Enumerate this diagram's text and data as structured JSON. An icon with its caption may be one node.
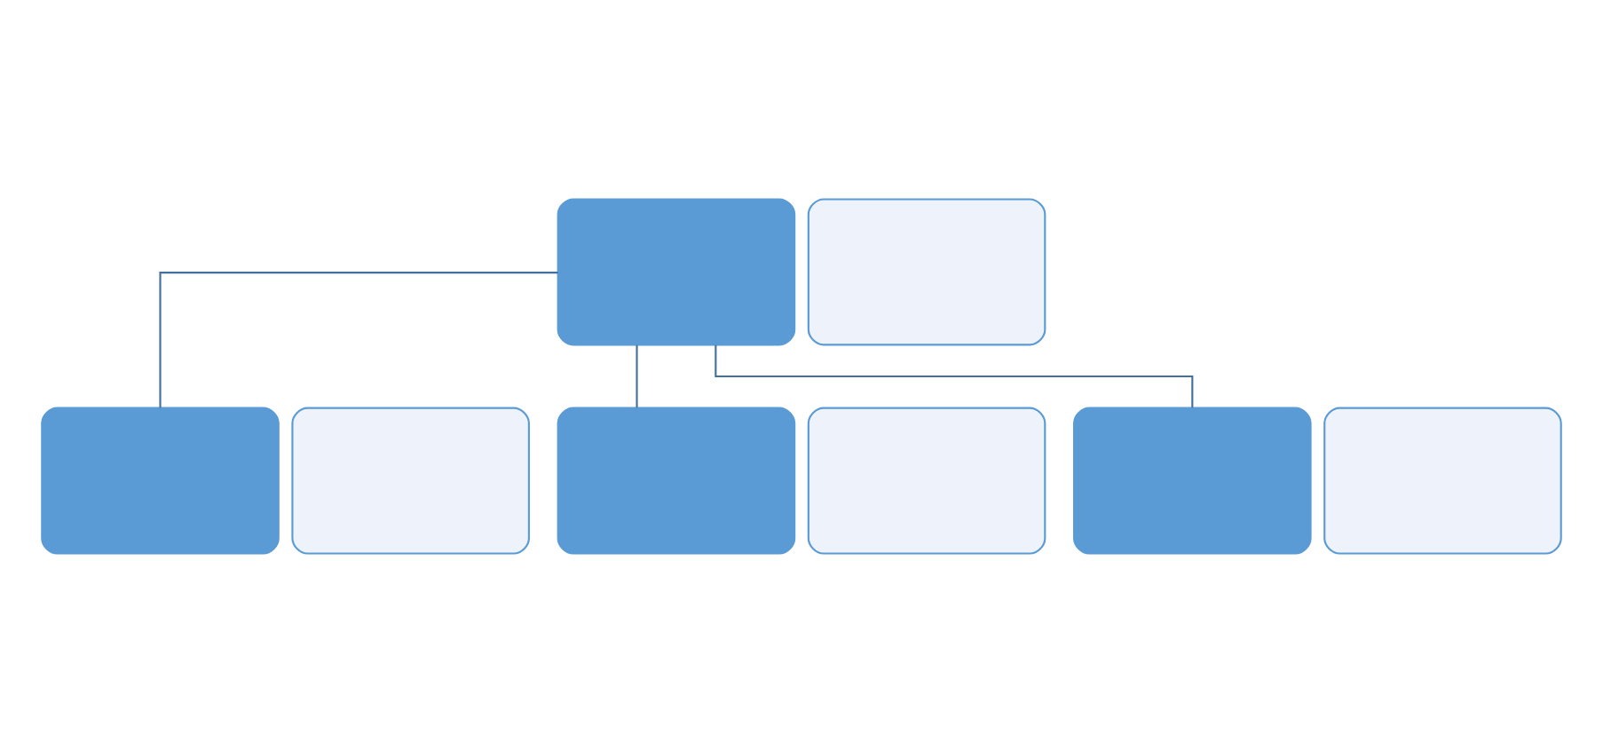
{
  "diagram": {
    "nodes": [
      {
        "text": [],
        "shape": "box"
      },
      {
        "text": [],
        "shape": "box"
      },
      {
        "text": [],
        "shape": "box"
      },
      {
        "text": [],
        "shape": "box"
      },
      {
        "text": [],
        "shape": "box"
      },
      {
        "text": [],
        "shape": "box"
      },
      {
        "text": [],
        "shape": "box"
      },
      {
        "text": [],
        "shape": "box"
      }
    ],
    "edges": [
      {
        "from": 0,
        "to": 2,
        "arrow": "none"
      },
      {
        "from": 0,
        "to": 4,
        "arrow": "none"
      },
      {
        "from": 0,
        "to": 6,
        "arrow": "none"
      }
    ]
  }
}
